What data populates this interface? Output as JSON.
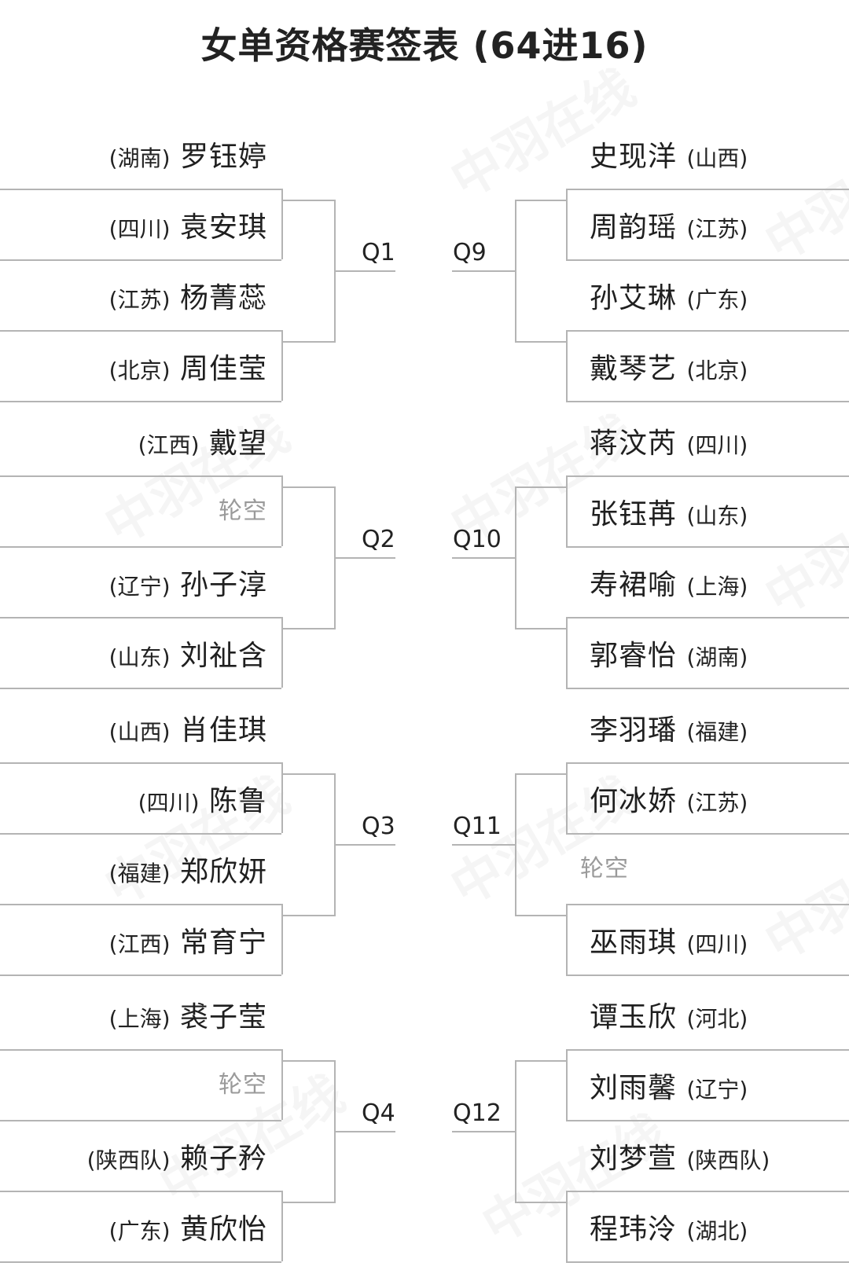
{
  "title": "女单资格赛签表 (64进16)",
  "bye_label": "轮空",
  "watermark": "中羽在线",
  "left_groups": [
    {
      "label": "Q1",
      "players": [
        {
          "province": "(湖南)",
          "name": "罗钰婷"
        },
        {
          "province": "(四川)",
          "name": "袁安琪"
        },
        {
          "province": "(江苏)",
          "name": "杨菁蕊"
        },
        {
          "province": "(北京)",
          "name": "周佳莹"
        }
      ]
    },
    {
      "label": "Q2",
      "players": [
        {
          "province": "(江西)",
          "name": "戴望"
        },
        {
          "bye": true
        },
        {
          "province": "(辽宁)",
          "name": "孙子淳"
        },
        {
          "province": "(山东)",
          "name": "刘祉含"
        }
      ]
    },
    {
      "label": "Q3",
      "players": [
        {
          "province": "(山西)",
          "name": "肖佳琪"
        },
        {
          "province": "(四川)",
          "name": "陈鲁"
        },
        {
          "province": "(福建)",
          "name": "郑欣妍"
        },
        {
          "province": "(江西)",
          "name": "常育宁"
        }
      ]
    },
    {
      "label": "Q4",
      "players": [
        {
          "province": "(上海)",
          "name": "裘子莹"
        },
        {
          "bye": true
        },
        {
          "province": "(陕西队)",
          "name": "赖子矜"
        },
        {
          "province": "(广东)",
          "name": "黄欣怡"
        }
      ]
    }
  ],
  "right_groups": [
    {
      "label": "Q9",
      "players": [
        {
          "name": "史现洋",
          "province": "(山西)"
        },
        {
          "name": "周韵瑶",
          "province": "(江苏)"
        },
        {
          "name": "孙艾琳",
          "province": "(广东)"
        },
        {
          "name": "戴琴艺",
          "province": "(北京)"
        }
      ]
    },
    {
      "label": "Q10",
      "players": [
        {
          "name": "蒋汶芮",
          "province": "(四川)"
        },
        {
          "name": "张钰苒",
          "province": "(山东)"
        },
        {
          "name": "寿裙喻",
          "province": "(上海)"
        },
        {
          "name": "郭睿怡",
          "province": "(湖南)"
        }
      ]
    },
    {
      "label": "Q11",
      "players": [
        {
          "name": "李羽璠",
          "province": "(福建)"
        },
        {
          "name": "何冰娇",
          "province": "(江苏)"
        },
        {
          "bye": true
        },
        {
          "name": "巫雨琪",
          "province": "(四川)"
        }
      ]
    },
    {
      "label": "Q12",
      "players": [
        {
          "name": "谭玉欣",
          "province": "(河北)"
        },
        {
          "name": "刘雨馨",
          "province": "(辽宁)"
        },
        {
          "name": "刘梦萱",
          "province": "(陕西队)"
        },
        {
          "name": "程玮泠",
          "province": "(湖北)"
        }
      ]
    }
  ]
}
